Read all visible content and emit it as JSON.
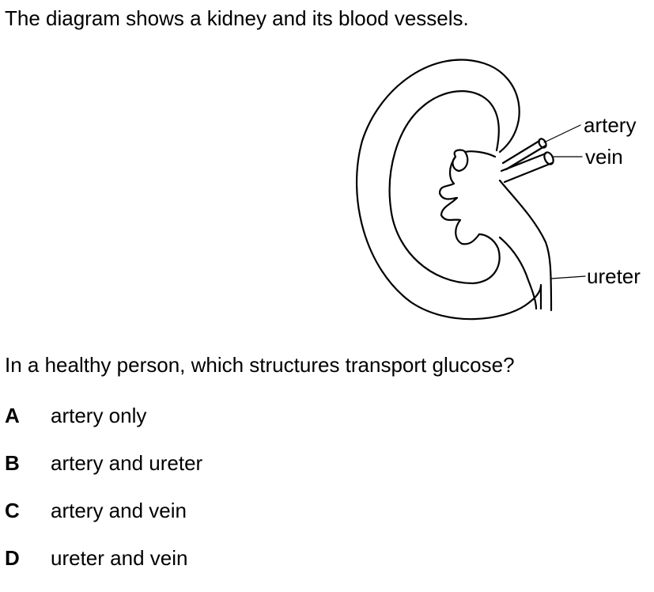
{
  "intro_text": "The diagram shows a kidney and its blood vessels.",
  "diagram": {
    "labels": {
      "artery": "artery",
      "vein": "vein",
      "ureter": "ureter"
    }
  },
  "question": "In a healthy person, which structures transport glucose?",
  "options": [
    {
      "letter": "A",
      "text": "artery only"
    },
    {
      "letter": "B",
      "text": "artery and ureter"
    },
    {
      "letter": "C",
      "text": "artery and vein"
    },
    {
      "letter": "D",
      "text": "ureter and vein"
    }
  ]
}
